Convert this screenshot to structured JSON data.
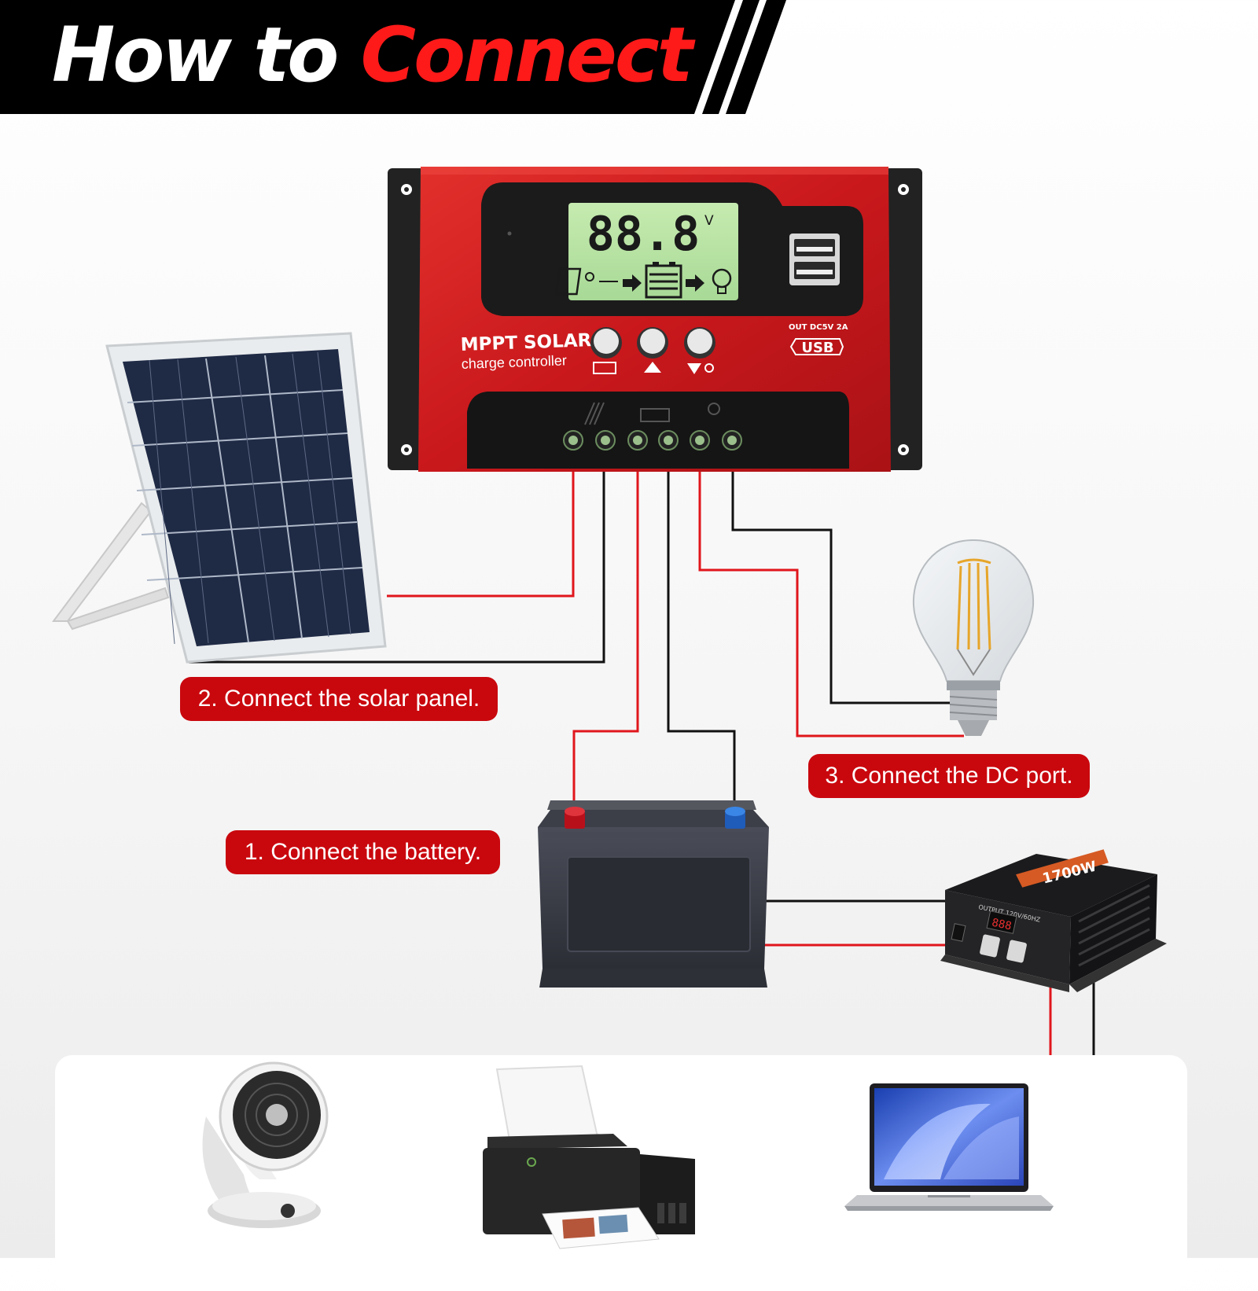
{
  "banner": {
    "title_white": "How to ",
    "title_red": "Connect"
  },
  "controller": {
    "brand_line1": "MPPT SOLAR",
    "brand_line2": "charge controller",
    "lcd_value": "88.8",
    "lcd_unit": "V",
    "usb_spec": "OUT DC5V 2A",
    "usb_label": "USB"
  },
  "steps": {
    "step1": "1. Connect the battery.",
    "step2": "2. Connect the solar panel.",
    "step3": "3. Connect the DC port."
  },
  "inverter": {
    "model": "1700W",
    "output_spec": "OUTPUT 120V/60HZ",
    "display": "888"
  },
  "colors": {
    "banner_bg": "#000000",
    "accent_red": "#d40d12",
    "label_bg": "#c9080e",
    "wire_red": "#e0161c",
    "wire_black": "#111111",
    "controller_red": "#d61f1f",
    "lcd_green": "#b9e3a3"
  },
  "devices": [
    {
      "name": "desk fan",
      "icon": "fan-icon"
    },
    {
      "name": "inkjet printer",
      "icon": "printer-icon"
    },
    {
      "name": "laptop",
      "icon": "laptop-icon"
    }
  ]
}
